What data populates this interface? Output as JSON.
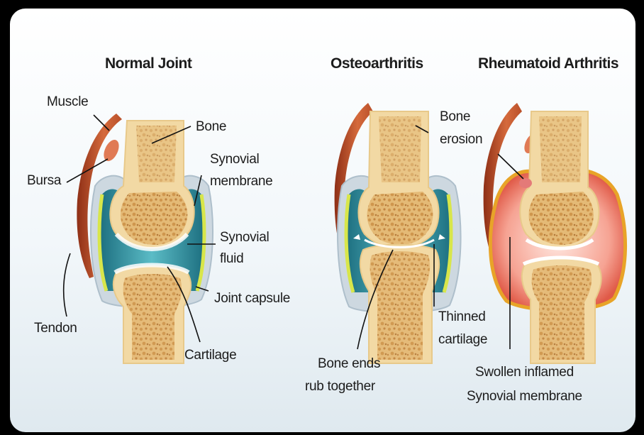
{
  "titles": {
    "normal": "Normal Joint",
    "osteo": "Osteoarthritis",
    "rheum": "Rheumatoid Arthritis"
  },
  "labels": {
    "muscle": "Muscle",
    "bone": "Bone",
    "synovial_membrane_1": "Synovial",
    "synovial_membrane_2": "membrane",
    "bursa": "Bursa",
    "synovial_fluid_1": "Synovial",
    "synovial_fluid_2": "fluid",
    "joint_capsule": "Joint capsule",
    "tendon": "Tendon",
    "cartilage": "Cartilage",
    "bone_erosion_1": "Bone",
    "bone_erosion_2": "erosion",
    "thinned_cartilage_1": "Thinned",
    "thinned_cartilage_2": "cartilage",
    "bone_ends_1": "Bone ends",
    "bone_ends_2": "rub together",
    "swollen_1": "Swollen inflamed",
    "swollen_2": "Synovial membrane"
  },
  "colors": {
    "bone": "#f2d9a4",
    "marrow": "#c8863c",
    "capsule": "#c9d4dc",
    "fluid": "#2f8fa0",
    "membrane": "#d8e64a",
    "muscle": "#c0512b",
    "inflamed": "#f08a7c"
  }
}
